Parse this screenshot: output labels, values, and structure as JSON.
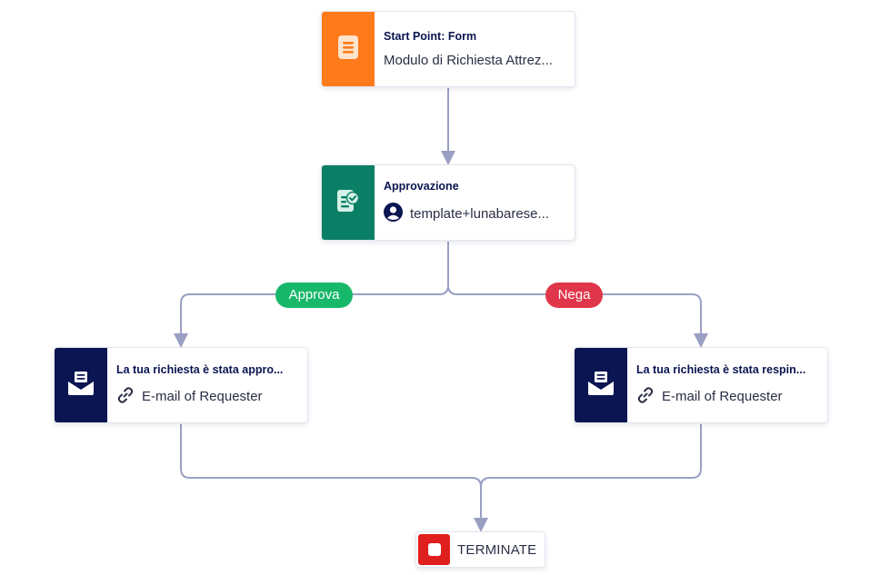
{
  "colors": {
    "connector": "#9aa0c3",
    "form_tile": "#ff7a1a",
    "approval_tile": "#0a7f66",
    "email_tile": "#0a1551",
    "approve_branch": "#18b86a",
    "reject_branch": "#e0364a",
    "terminate": "#e01f1f"
  },
  "nodes": {
    "start": {
      "title": "Start Point: Form",
      "subtitle": "Modulo di Richiesta Attrez...",
      "icon": "form-document-icon"
    },
    "approval": {
      "title": "Approvazione",
      "subtitle": "template+lunabarese...",
      "icon": "approval-clipboard-check-icon",
      "subtitle_icon": "user-avatar-icon"
    },
    "approved_email": {
      "title": "La tua richiesta è stata appro...",
      "subtitle": "E-mail of Requester",
      "icon": "email-envelope-icon",
      "subtitle_icon": "link-icon"
    },
    "rejected_email": {
      "title": "La tua richiesta è stata respin...",
      "subtitle": "E-mail of Requester",
      "icon": "email-envelope-icon",
      "subtitle_icon": "link-icon"
    },
    "terminate": {
      "label": "TERMINATE",
      "icon": "stop-square-icon"
    }
  },
  "branches": {
    "approve": "Approva",
    "reject": "Nega"
  }
}
